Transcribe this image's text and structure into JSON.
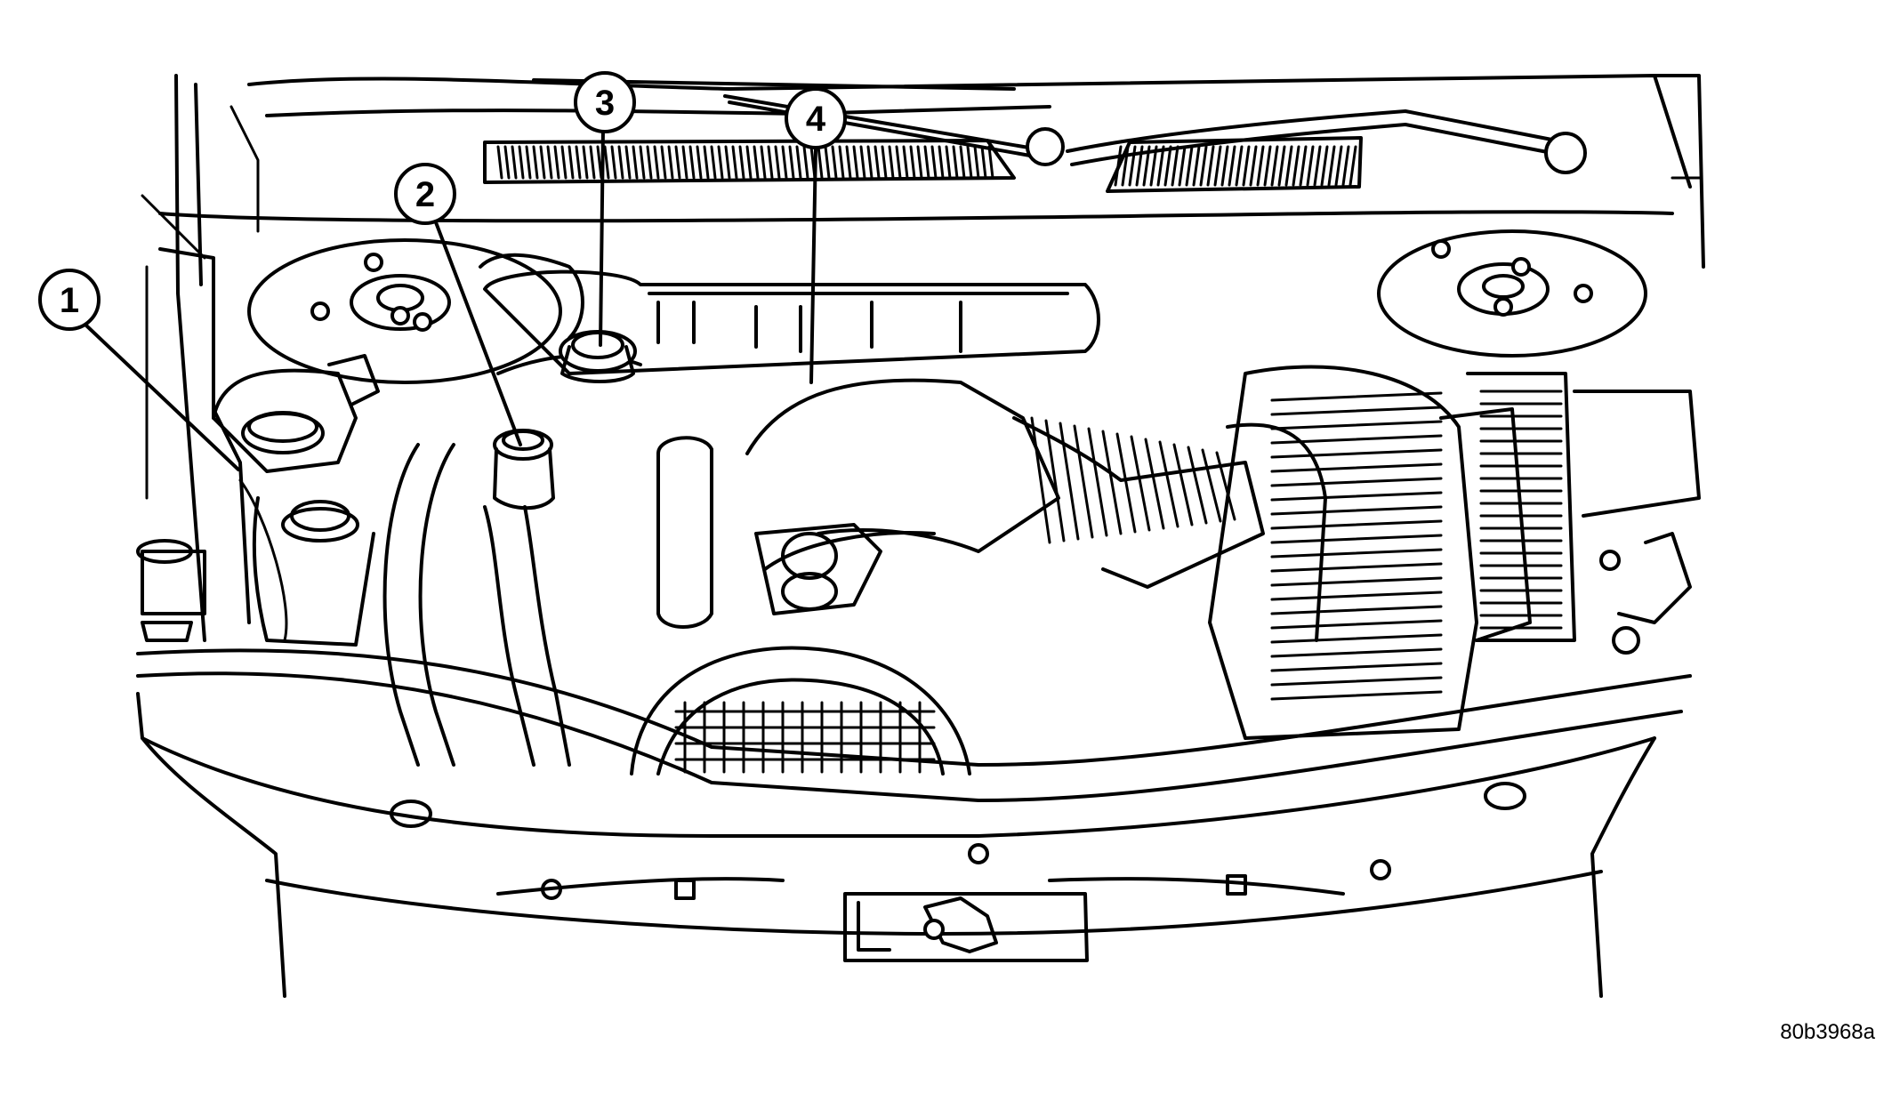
{
  "figure": {
    "id_label": "80b3968a"
  },
  "callouts": [
    {
      "number": "1"
    },
    {
      "number": "2"
    },
    {
      "number": "3"
    },
    {
      "number": "4"
    }
  ]
}
